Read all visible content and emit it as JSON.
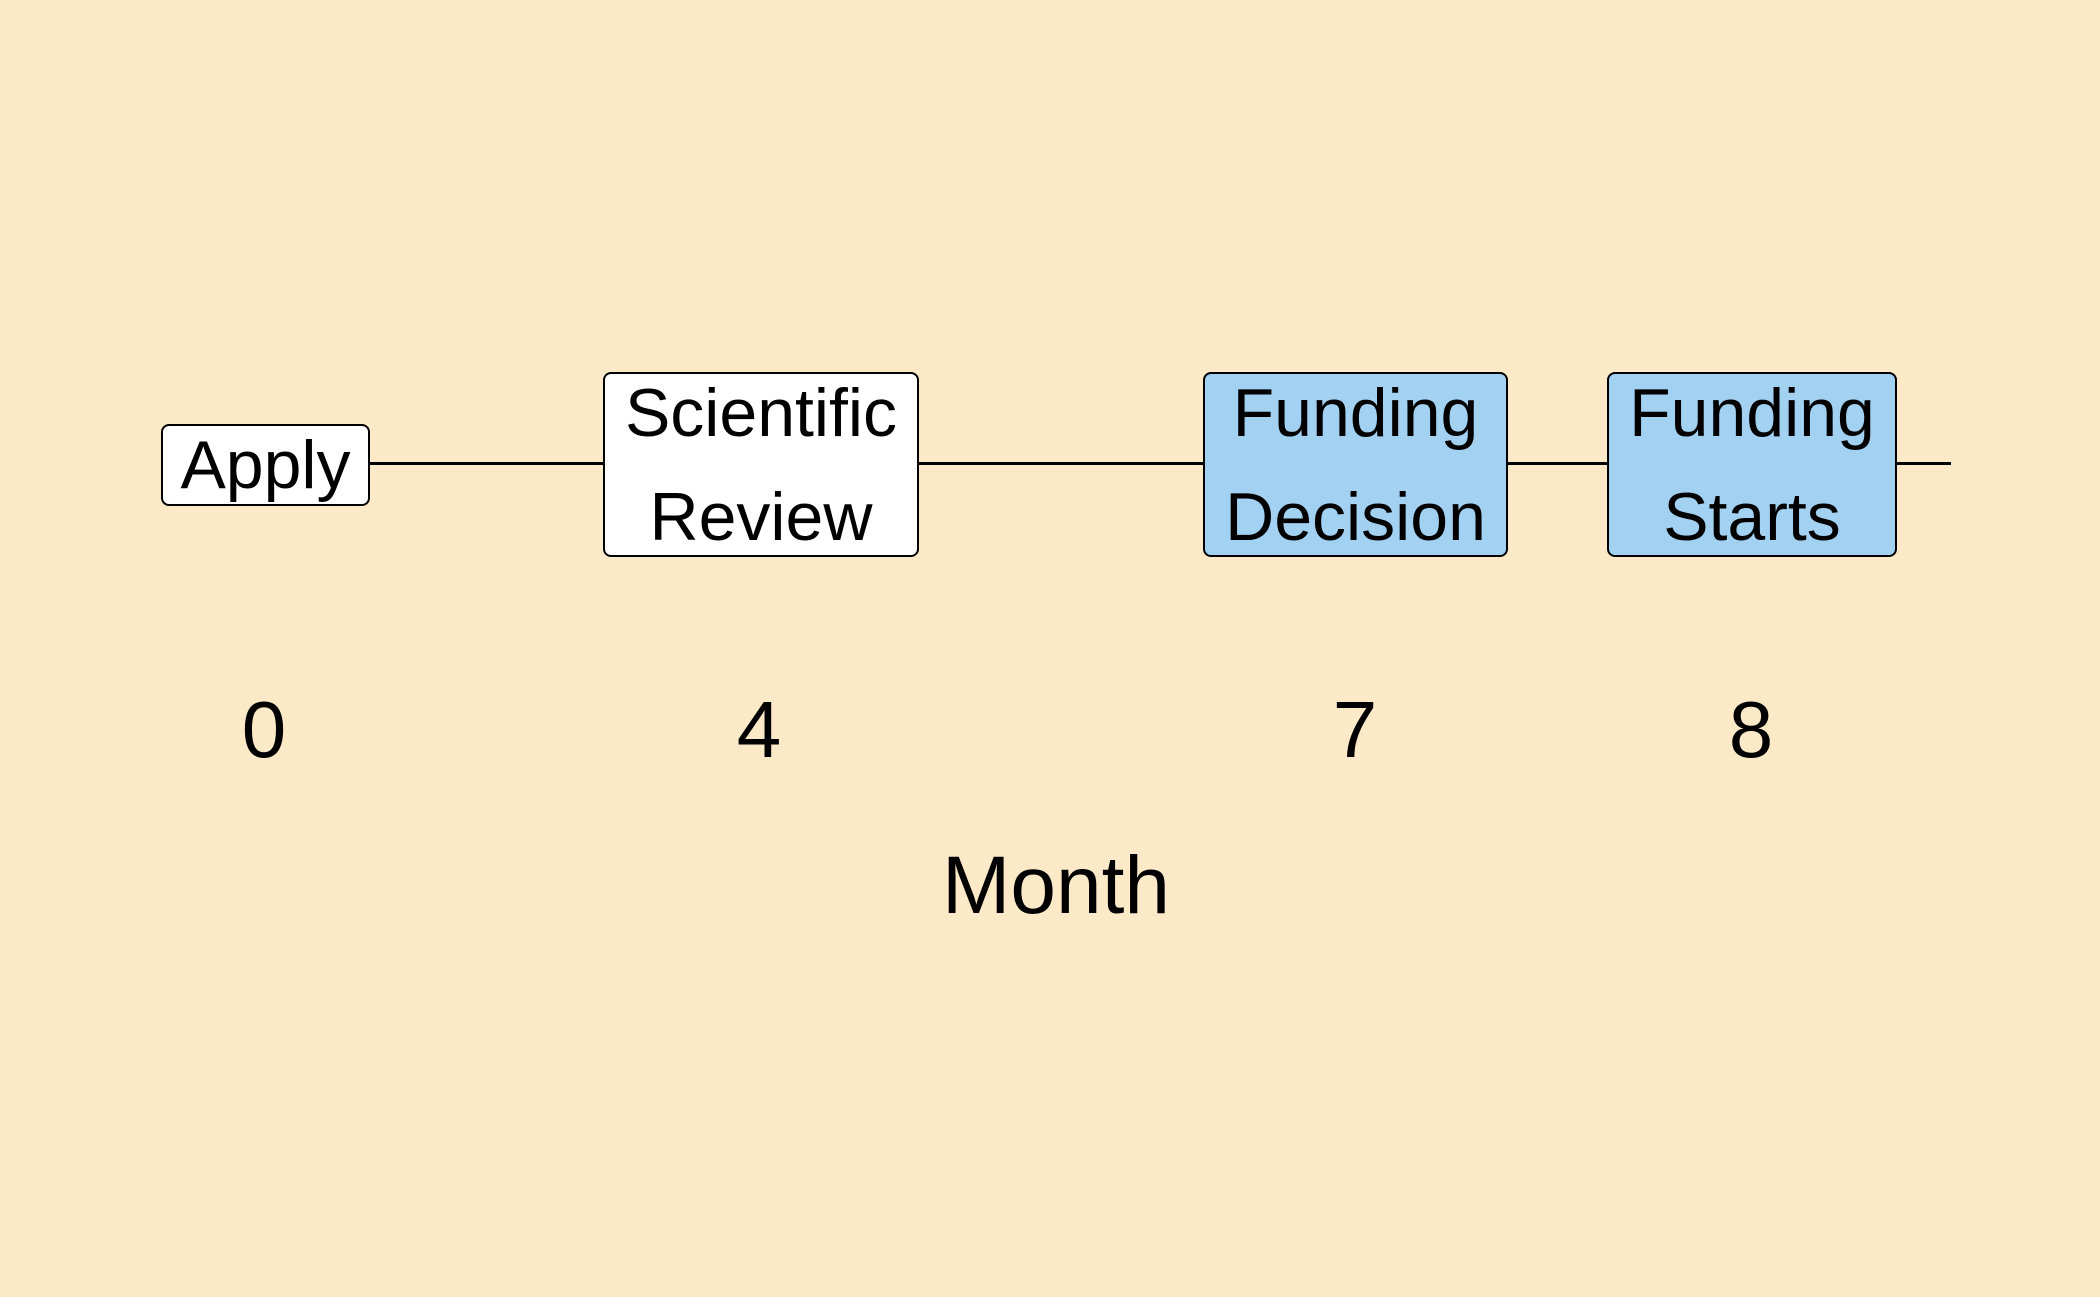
{
  "colors": {
    "background": "#FCE9C8",
    "stage_plain": "#FFFFFF",
    "stage_funding": "#A3D1F2",
    "line": "#000000"
  },
  "stages": [
    {
      "label": "Apply",
      "month": "0",
      "type": "plain"
    },
    {
      "label": "Scientific\nReview",
      "month": "4",
      "type": "plain"
    },
    {
      "label": "Funding\nDecision",
      "month": "7",
      "type": "funding"
    },
    {
      "label": "Funding\nStarts",
      "month": "8",
      "type": "funding"
    }
  ],
  "axis_label": "Month"
}
